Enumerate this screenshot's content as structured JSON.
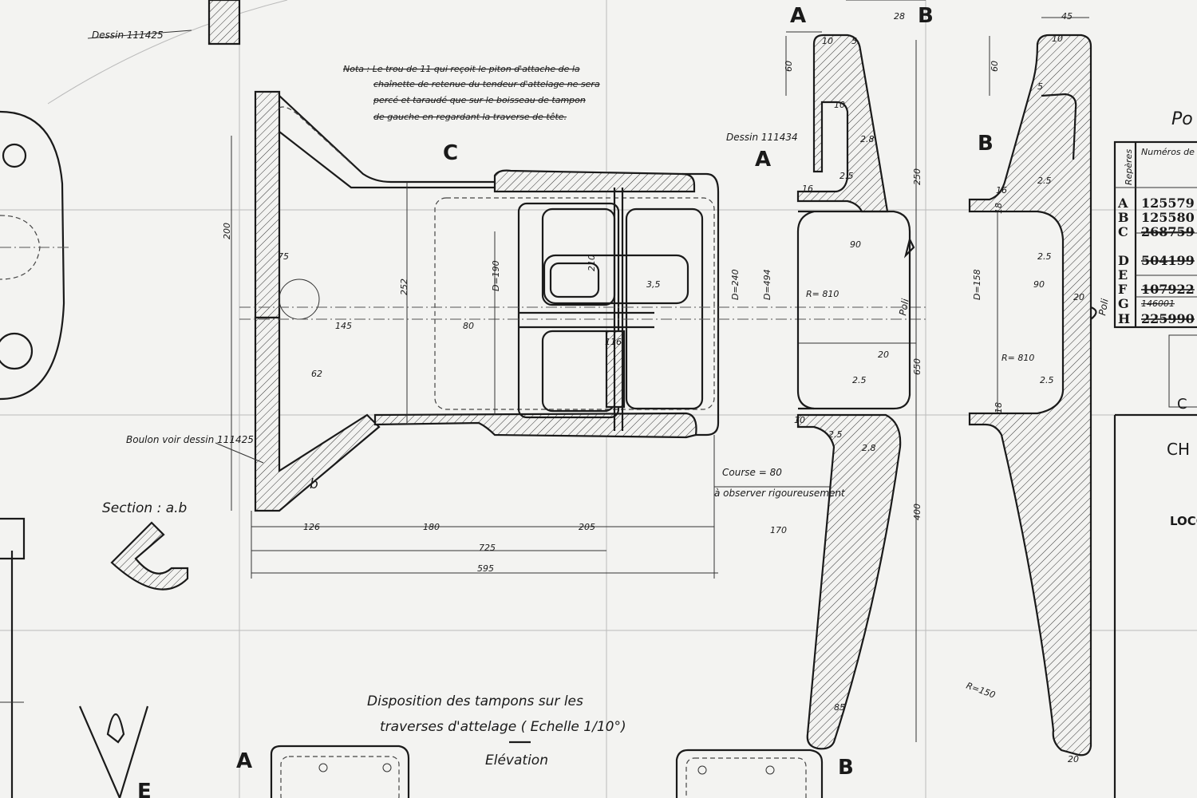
{
  "title": {
    "line1": "Disposition des tampons sur les",
    "line2": "traverses d'attelage ( Echelle 1/10°)",
    "line3": "Elévation"
  },
  "note": {
    "lines": [
      "Nota : Le trou de 11 qui reçoit le piton d'attache de la",
      "chaînette de retenue du tendeur d'attelage ne sera",
      "percé et taraudé que sur le boisseau de tampon",
      "de gauche en regardant la traverse de tête."
    ]
  },
  "references": {
    "dessin_111425": "Dessin 111425",
    "dessin_111434": "Dessin 111434",
    "boulon": "Boulon voir dessin 111425",
    "section": "Section : a.b",
    "course": "Course = 80",
    "observer": "à observer rigoureusement",
    "poli": "Poli"
  },
  "section_letters": {
    "A": "A",
    "B": "B",
    "C": "C",
    "b": "b",
    "E": "E"
  },
  "dims": {
    "d28": "28",
    "d45": "45",
    "d60": "60",
    "d250": "250",
    "d10": "10",
    "d5": "5",
    "d25": "2.5",
    "d28b": "2.8",
    "d16": "16",
    "d90": "90",
    "r810": "R= 810",
    "D240": "D=240",
    "D494": "D=494",
    "D158": "D=158",
    "D190": "D=190",
    "d18": "18",
    "d20": "20",
    "d650": "650",
    "d400": "400",
    "d170": "170",
    "d85": "85",
    "r150": "R=150",
    "d145": "145",
    "d80": "80",
    "d252": "252",
    "d200": "200",
    "d210": "210",
    "d595": "595",
    "d725": "725",
    "d180": "180",
    "d205": "205",
    "d126": "126",
    "d75": "75",
    "d62": "62",
    "d35": "3,5",
    "d116": "116"
  },
  "table": {
    "heading": "Po",
    "col1": "Repères",
    "col2": "Numéros de modèles",
    "rows": [
      {
        "letter": "A",
        "number": "125579"
      },
      {
        "letter": "B",
        "number": "125580"
      },
      {
        "letter": "C",
        "number": "268759"
      },
      {
        "letter": "D",
        "number": "504199"
      },
      {
        "letter": "E",
        "number": ""
      },
      {
        "letter": "F",
        "number": "107922"
      },
      {
        "letter": "G",
        "number": "146001"
      },
      {
        "letter": "H",
        "number": "225990"
      }
    ]
  },
  "title_block": {
    "ch": "CH",
    "loco": "LOCO",
    "c": "C"
  },
  "colors": {
    "paper": "#f3f3f1",
    "ink": "#1a1a1a"
  }
}
